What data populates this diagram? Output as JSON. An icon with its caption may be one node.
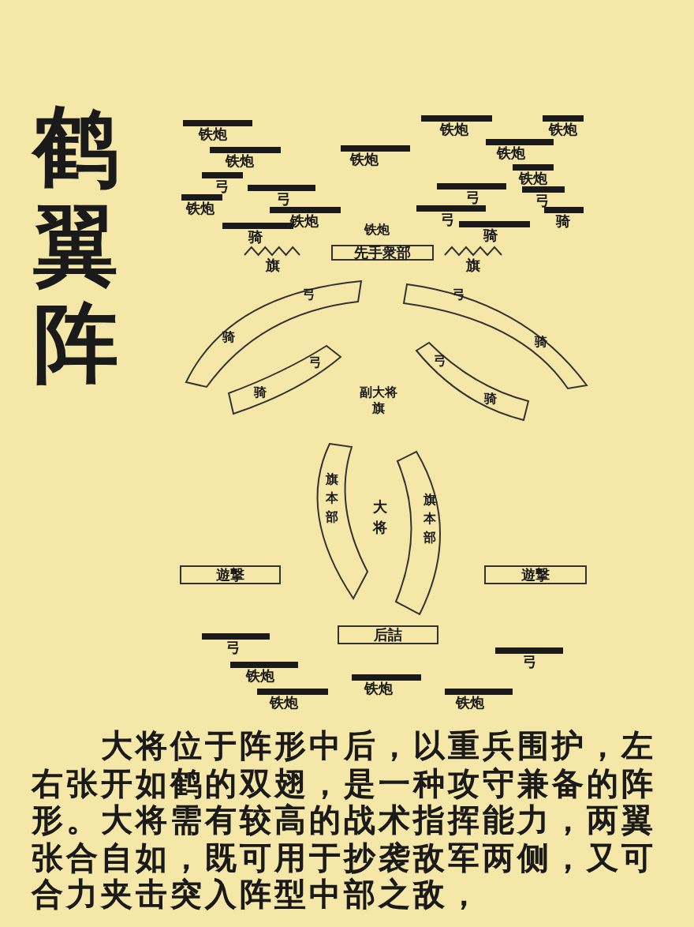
{
  "diagram": {
    "title": "鹤翼阵",
    "caption": "大将位于阵形中后，以重兵围护，左右张开如鹤的双翅，是一种攻守兼备的阵形。大将需有较高的战术指挥能力，两翼张合自如，既可用于抄袭敌军两侧，又可合力夹击突入阵型中部之敌，",
    "nodes": [
      {
        "text": [
          "铁炮"
        ]
      },
      {
        "text": [
          "铁炮"
        ]
      },
      {
        "text": [
          "铁炮"
        ]
      },
      {
        "text": [
          "铁炮"
        ]
      },
      {
        "text": [
          "铁炮"
        ]
      },
      {
        "text": [
          "铁炮"
        ]
      },
      {
        "text": [
          "弓"
        ]
      },
      {
        "text": [
          "铁炮"
        ]
      },
      {
        "text": [
          "铁炮"
        ]
      },
      {
        "text": [
          "弓"
        ]
      },
      {
        "text": [
          "弓"
        ]
      },
      {
        "text": [
          "弓"
        ]
      },
      {
        "text": [
          "铁炮"
        ]
      },
      {
        "text": [
          "弓"
        ]
      },
      {
        "text": [
          "骑"
        ]
      },
      {
        "text": [
          "骑"
        ]
      },
      {
        "text": [
          "骑"
        ]
      },
      {
        "text": [
          "先手衆部"
        ]
      },
      {
        "text": [
          "旗"
        ]
      },
      {
        "text": [
          "旗"
        ]
      },
      {
        "text": [
          "弓",
          "骑"
        ]
      },
      {
        "text": [
          "弓",
          "骑"
        ]
      },
      {
        "text": [
          "弓",
          "骑"
        ]
      },
      {
        "text": [
          "弓",
          "骑"
        ]
      },
      {
        "text": [
          "旗本部"
        ]
      },
      {
        "text": [
          "旗本部"
        ]
      },
      {
        "text": [
          "遊撃"
        ]
      },
      {
        "text": [
          "遊撃"
        ]
      },
      {
        "text": [
          "后詰"
        ]
      },
      {
        "text": [
          "弓"
        ]
      },
      {
        "text": [
          "弓"
        ]
      },
      {
        "text": [
          "铁炮"
        ]
      },
      {
        "text": [
          "铁炮"
        ]
      },
      {
        "text": [
          "铁炮"
        ]
      },
      {
        "text": [
          "铁炮"
        ]
      }
    ],
    "labels": [
      "铁炮",
      "副大将",
      "旗",
      "大将"
    ]
  }
}
